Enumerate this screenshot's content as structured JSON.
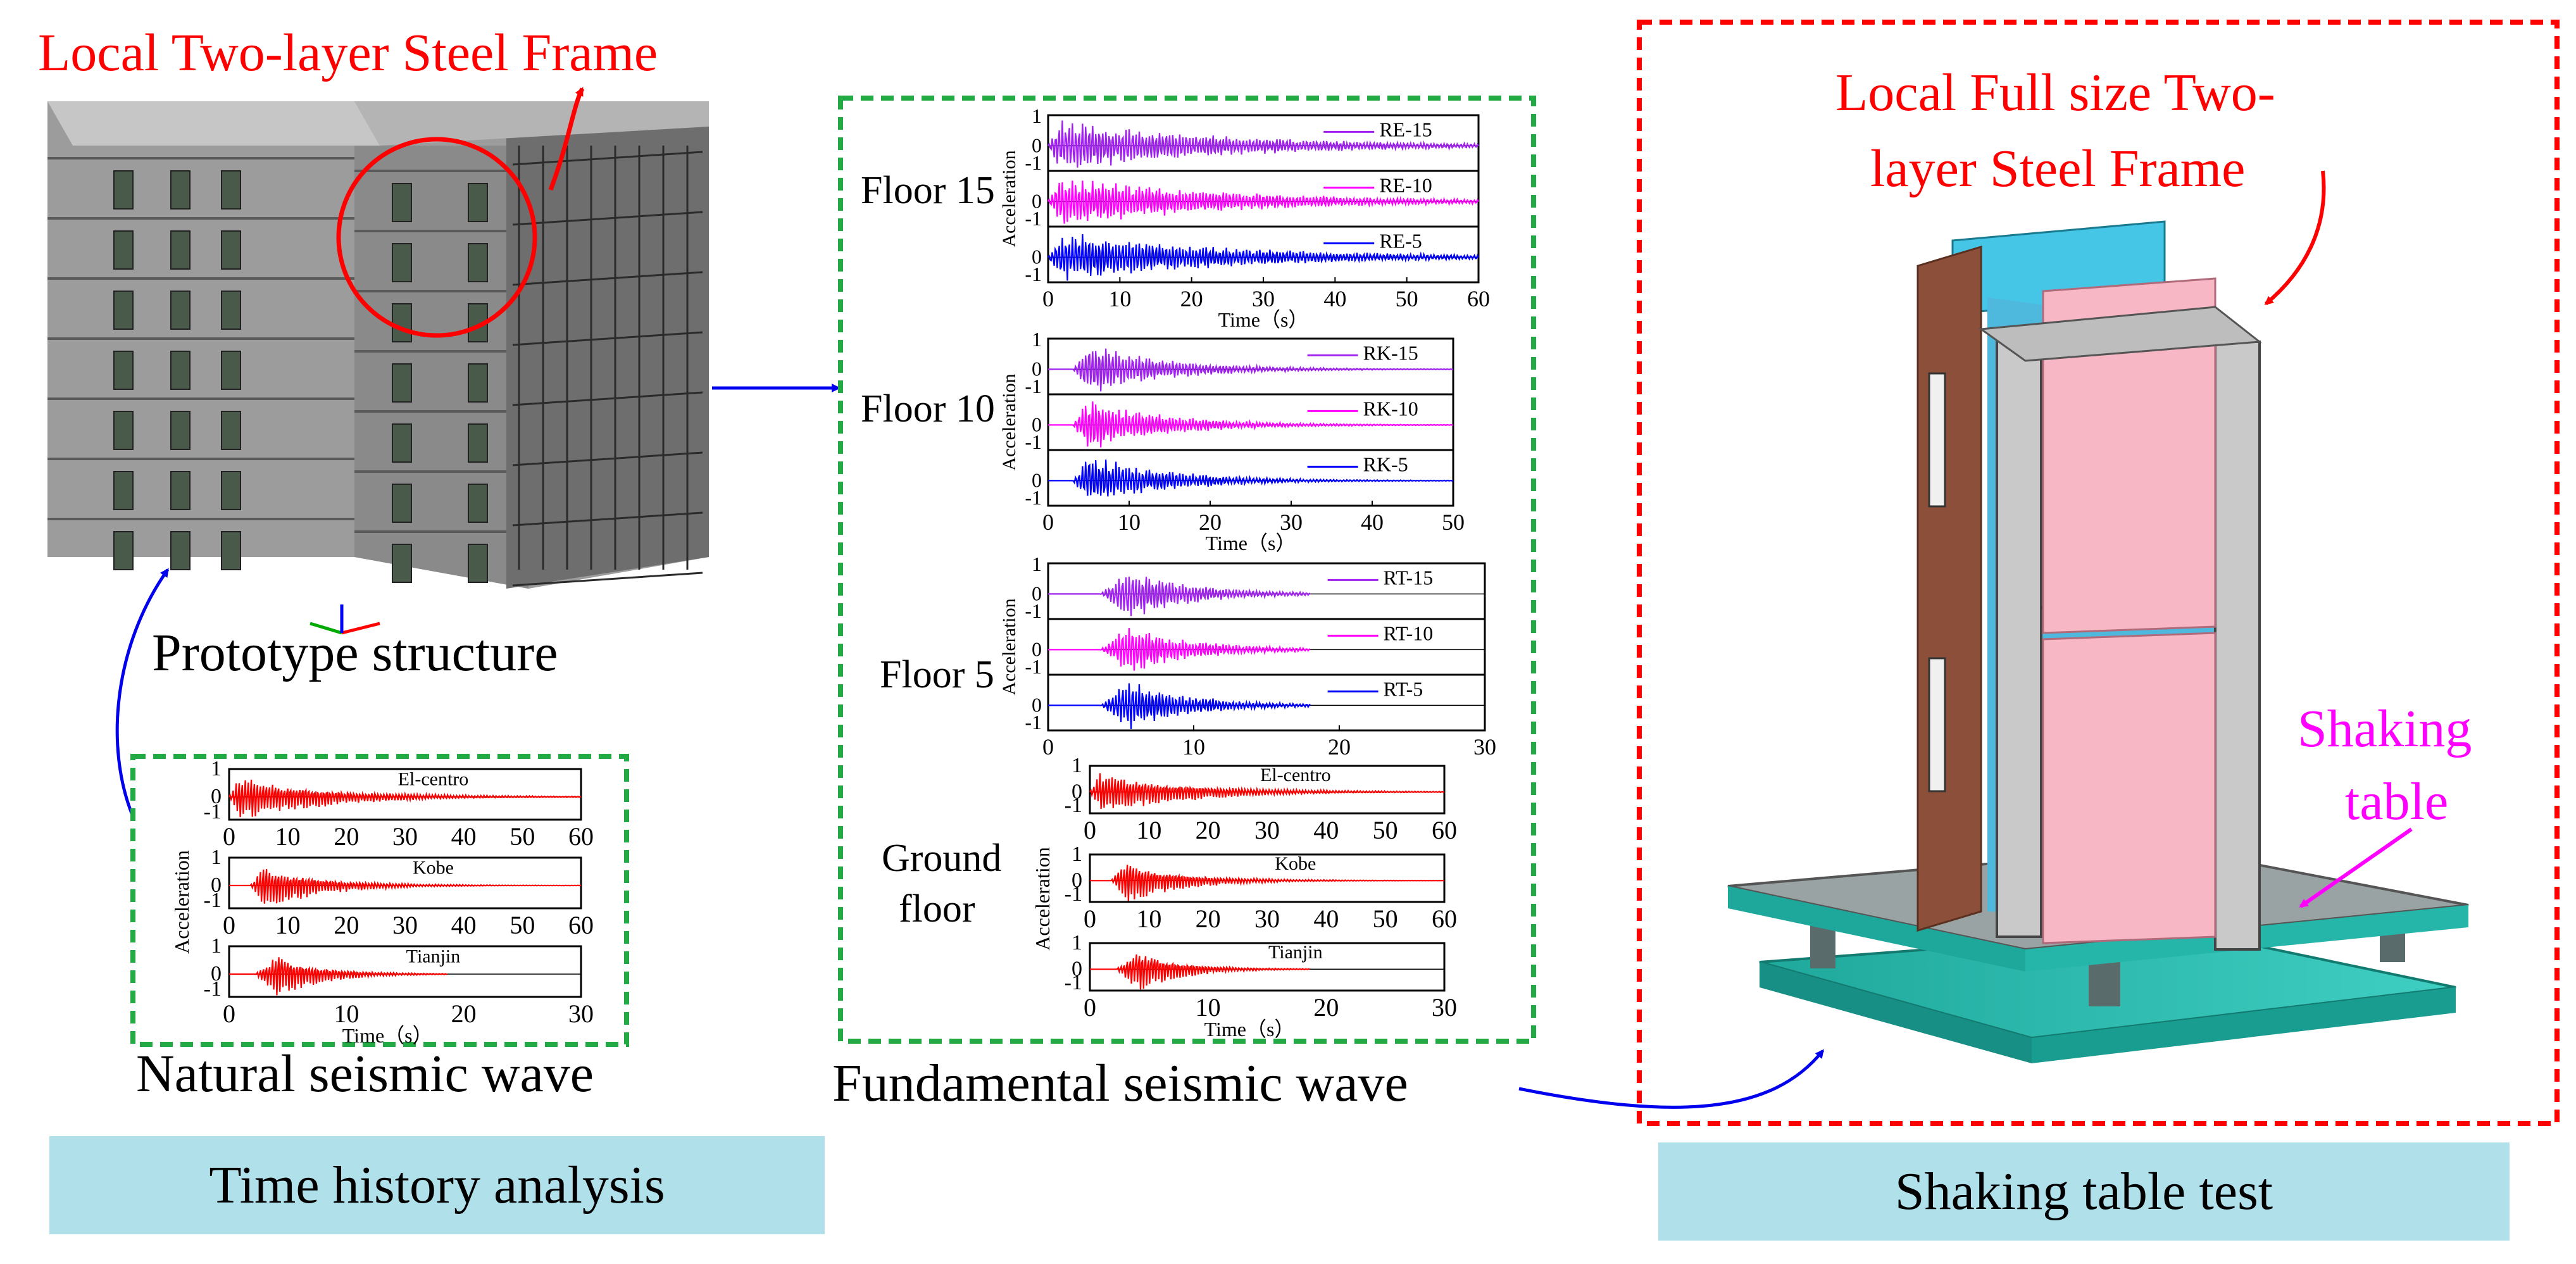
{
  "left_panel": {
    "callout_title": "Local  Two-layer Steel Frame",
    "prototype_label": "Prototype structure",
    "natural_wave_label": "Natural seismic wave",
    "banner": "Time history analysis",
    "natural_chart": {
      "ylabel": "Acceleration",
      "xlabel": "Time（s）",
      "records": [
        {
          "name": "El-centro",
          "xticks": [
            "0",
            "10",
            "20",
            "30",
            "40",
            "50",
            "60"
          ],
          "yticks": [
            "1",
            "0",
            "-1"
          ],
          "color": "#ff0000"
        },
        {
          "name": "Kobe",
          "xticks": [
            "0",
            "10",
            "20",
            "30",
            "40",
            "50",
            "60"
          ],
          "yticks": [
            "1",
            "0",
            "-1"
          ],
          "color": "#ff0000"
        },
        {
          "name": "Tianjin",
          "xticks": [
            "0",
            "10",
            "20",
            "30"
          ],
          "yticks": [
            "1",
            "0",
            "-1"
          ],
          "color": "#ff0000"
        }
      ]
    }
  },
  "middle_panel": {
    "label": "Fundamental seismic wave",
    "groups": [
      {
        "floor": "Floor 15",
        "xlabel": "Time（s）",
        "ylabel": "Acceleration",
        "xticks": [
          "0",
          "10",
          "20",
          "30",
          "40",
          "50",
          "60"
        ],
        "traces": [
          {
            "name": "RE-15",
            "color": "#a020f0",
            "yticks": [
              "1",
              "0",
              "-1"
            ]
          },
          {
            "name": "RE-10",
            "color": "#ff00ff",
            "yticks": [
              "0",
              "-1"
            ]
          },
          {
            "name": "RE-5",
            "color": "#0000ff",
            "yticks": [
              "0",
              "-1"
            ]
          }
        ]
      },
      {
        "floor": "Floor 10",
        "xlabel": "Time（s）",
        "ylabel": "Acceleration",
        "xticks": [
          "0",
          "10",
          "20",
          "30",
          "40",
          "50"
        ],
        "traces": [
          {
            "name": "RK-15",
            "color": "#a020f0",
            "yticks": [
              "1",
              "0",
              "-1"
            ]
          },
          {
            "name": "RK-10",
            "color": "#ff00ff",
            "yticks": [
              "0",
              "-1"
            ]
          },
          {
            "name": "RK-5",
            "color": "#0000ff",
            "yticks": [
              "0",
              "-1"
            ]
          }
        ]
      },
      {
        "floor": "Floor 5",
        "xlabel": "",
        "ylabel": "Acceleration",
        "xticks": [
          "0",
          "10",
          "20",
          "30"
        ],
        "traces": [
          {
            "name": "RT-15",
            "color": "#a020f0",
            "yticks": [
              "1",
              "0",
              "-1"
            ]
          },
          {
            "name": "RT-10",
            "color": "#ff00ff",
            "yticks": [
              "0",
              "-1"
            ]
          },
          {
            "name": "RT-5",
            "color": "#0000ff",
            "yticks": [
              "0",
              "-1"
            ]
          }
        ]
      },
      {
        "floor_line1": "Ground",
        "floor_line2": "floor",
        "xlabel": "Time（s）",
        "ylabel": "Acceleration",
        "records": [
          {
            "name": "El-centro",
            "xticks": [
              "0",
              "10",
              "20",
              "30",
              "40",
              "50",
              "60"
            ],
            "yticks": [
              "1",
              "0",
              "-1"
            ],
            "color": "#ff0000"
          },
          {
            "name": "Kobe",
            "xticks": [
              "0",
              "10",
              "20",
              "30",
              "40",
              "50",
              "60"
            ],
            "yticks": [
              "1",
              "0",
              "-1"
            ],
            "color": "#ff0000"
          },
          {
            "name": "Tianjin",
            "xticks": [
              "0",
              "10",
              "20",
              "30"
            ],
            "yticks": [
              "1",
              "0",
              "-1"
            ],
            "color": "#ff0000"
          }
        ]
      }
    ]
  },
  "right_panel": {
    "title_line1": "Local Full size Two-",
    "title_line2": "layer Steel Frame",
    "shaking_line1": "Shaking",
    "shaking_line2": "table",
    "banner": "Shaking table test"
  },
  "colors": {
    "red_frame": "#ff0000",
    "green_frame": "#22aa44",
    "arrow_blue": "#0000ee",
    "banner_fill": "#b0e0ea",
    "building_gray": "#9a9a9a",
    "panel_pink": "#f7b7c4",
    "panel_brown": "#8b4f3a",
    "table_teal": "#2bb3a8"
  }
}
